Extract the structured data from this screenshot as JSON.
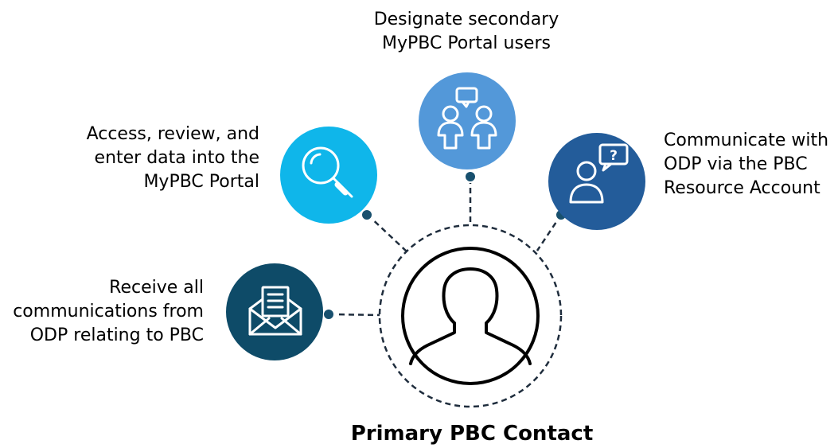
{
  "central": {
    "label": "Primary PBC Contact",
    "icon": "person-silhouette-icon"
  },
  "roles": [
    {
      "id": "secondary-users",
      "icon": "users-chat-icon",
      "color": "#5398d9",
      "lines": [
        "Designate secondary",
        "MyPBC Portal users"
      ]
    },
    {
      "id": "access-portal",
      "icon": "magnifier-icon",
      "color": "#0fb6ea",
      "lines": [
        "Access, review, and",
        "enter data into the",
        "MyPBC Portal"
      ]
    },
    {
      "id": "communicate",
      "icon": "person-question-icon",
      "color": "#235c9a",
      "lines": [
        "Communicate with",
        "ODP via the PBC",
        "Resource Account"
      ]
    },
    {
      "id": "receive-communications",
      "icon": "envelope-icon",
      "color": "#0e4b68",
      "lines": [
        "Receive all",
        "communications from",
        "ODP relating to PBC"
      ]
    }
  ],
  "colors": {
    "connector": "#1f2d3d",
    "dot": "#18506e",
    "outline": "#000000"
  }
}
